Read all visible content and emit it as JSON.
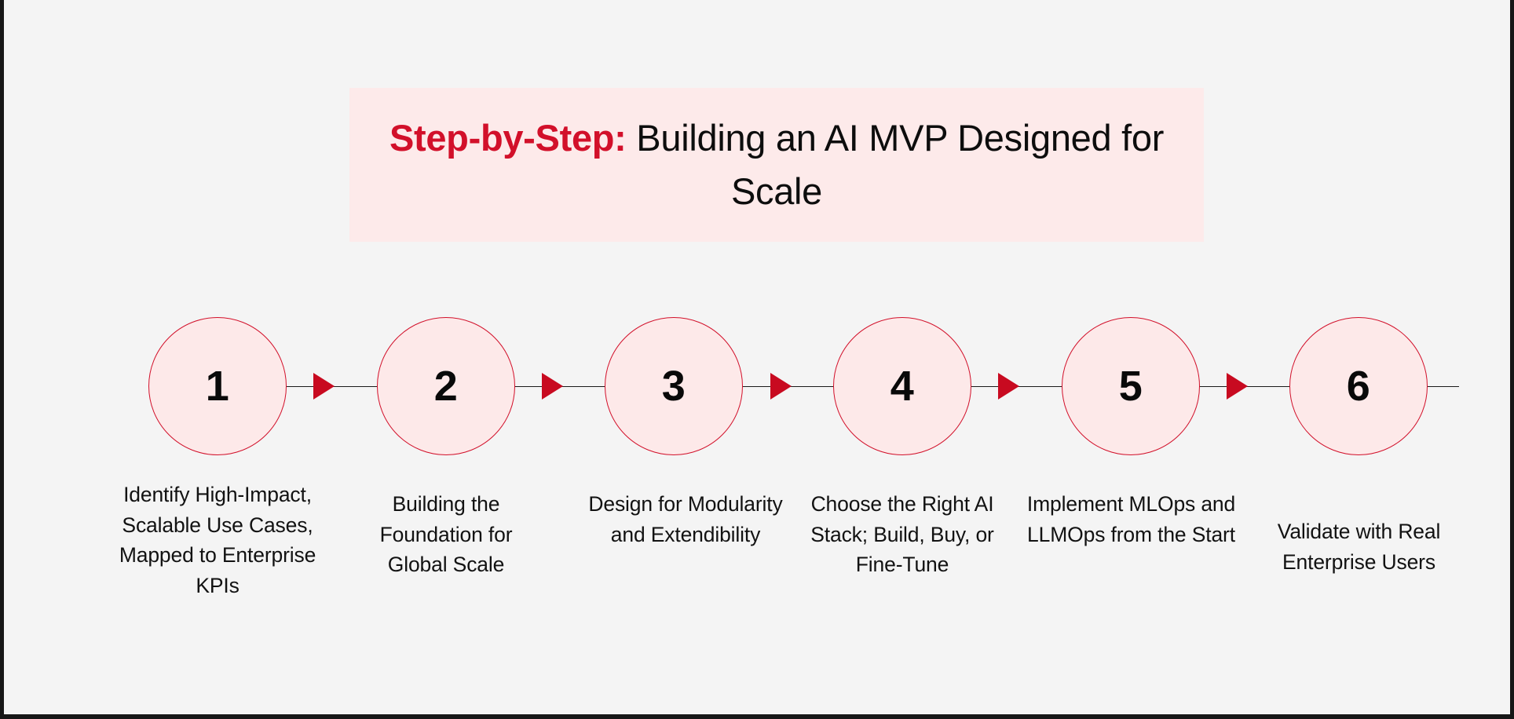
{
  "slide": {
    "background_color": "#f4f4f4",
    "frame_color": "#171717",
    "accent_color": "#d2102a",
    "node_fill_color": "#fde9e9",
    "title_band_color": "#fdeaea"
  },
  "title": {
    "accent": "Step-by-Step:",
    "rest": " Building an AI MVP Designed for Scale",
    "full": "Step-by-Step: Building an AI MVP Designed for Scale"
  },
  "steps": [
    {
      "number": "1",
      "label": "Identify High-Impact, Scalable Use Cases, Mapped to Enterprise KPIs"
    },
    {
      "number": "2",
      "label": "Building the Foundation for Global Scale"
    },
    {
      "number": "3",
      "label": "Design for Modularity and Extendibility"
    },
    {
      "number": "4",
      "label": "Choose the Right AI Stack; Build, Buy, or Fine-Tune"
    },
    {
      "number": "5",
      "label": "Implement MLOps and LLMOps from the Start"
    },
    {
      "number": "6",
      "label": "Validate with Real Enterprise Users"
    }
  ],
  "connectors": [
    {
      "from": "1",
      "to": "2"
    },
    {
      "from": "2",
      "to": "3"
    },
    {
      "from": "3",
      "to": "4"
    },
    {
      "from": "4",
      "to": "5"
    },
    {
      "from": "5",
      "to": "6"
    }
  ]
}
